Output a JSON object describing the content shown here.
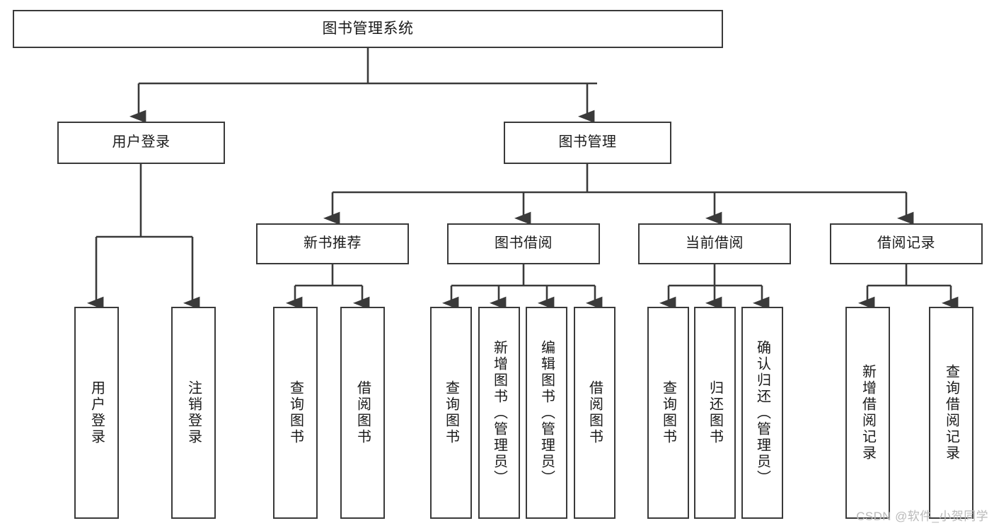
{
  "diagram": {
    "type": "tree",
    "title": "图书管理系统",
    "root": {
      "label": "图书管理系统"
    },
    "level1": [
      {
        "label": "用户登录"
      },
      {
        "label": "图书管理"
      }
    ],
    "level2": [
      {
        "label": "新书推荐"
      },
      {
        "label": "图书借阅"
      },
      {
        "label": "当前借阅"
      },
      {
        "label": "借阅记录"
      }
    ],
    "leaves": {
      "user_login": [
        {
          "label": "用户登录"
        },
        {
          "label": "注销登录"
        }
      ],
      "new_book": [
        {
          "label": "查询图书"
        },
        {
          "label": "借阅图书"
        }
      ],
      "book_borrow": [
        {
          "label": "查询图书"
        },
        {
          "label": "新增图书（管理员）"
        },
        {
          "label": "编辑图书（管理员）"
        },
        {
          "label": "借阅图书"
        }
      ],
      "current_borrow": [
        {
          "label": "查询图书"
        },
        {
          "label": "归还图书"
        },
        {
          "label": "确认归还（管理员）"
        }
      ],
      "borrow_record": [
        {
          "label": "新增借阅记录"
        },
        {
          "label": "查询借阅记录"
        }
      ]
    }
  },
  "watermark": {
    "text": "CSDN @软件_小贺同学"
  },
  "colors": {
    "stroke": "#3a3a3a",
    "background": "#ffffff",
    "text": "#1a1a1a",
    "watermark": "#b9b9b9"
  }
}
